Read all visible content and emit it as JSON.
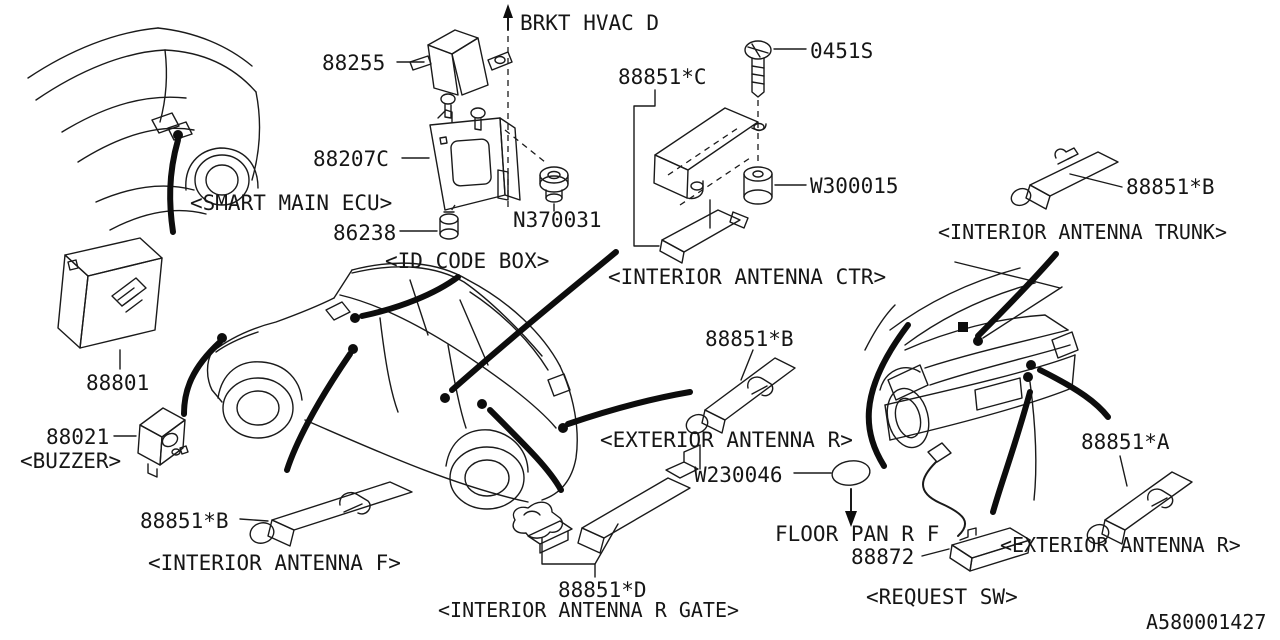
{
  "colors": {
    "ink": "#1a1a1a",
    "background": "#ffffff"
  },
  "labels": {
    "brkt_hvac_d": "BRKT HVAC D",
    "part_88255": "88255",
    "part_88207c": "88207C",
    "caption_smart_main_ecu": "<SMART MAIN ECU>",
    "part_86238": "86238",
    "part_n370031": "N370031",
    "caption_id_code_box": "<ID CODE BOX>",
    "part_88851_c": "88851*C",
    "part_0451s": "0451S",
    "part_w300015": "W300015",
    "caption_interior_antenna_ctr": "<INTERIOR ANTENNA CTR>",
    "part_88851_b_trunk": "88851*B",
    "caption_interior_antenna_trunk": "<INTERIOR ANTENNA TRUNK>",
    "part_88801": "88801",
    "part_88021": "88021",
    "caption_buzzer": "<BUZZER>",
    "part_88851_b_front": "88851*B",
    "caption_interior_antenna_f": "<INTERIOR ANTENNA F>",
    "part_88851_b_exterior": "88851*B",
    "caption_exterior_antenna_r_mid": "<EXTERIOR ANTENNA R>",
    "part_w230046": "W230046",
    "caption_floor_pan_r_f": "FLOOR PAN R F",
    "part_88872": "88872",
    "caption_request_sw": "<REQUEST SW>",
    "part_88851_d": "88851*D",
    "caption_interior_antenna_r_gate": "<INTERIOR ANTENNA R GATE>",
    "part_88851_a": "88851*A",
    "caption_exterior_antenna_r_bottom": "<EXTERIOR ANTENNA R>",
    "drawing_number": "A580001427"
  }
}
